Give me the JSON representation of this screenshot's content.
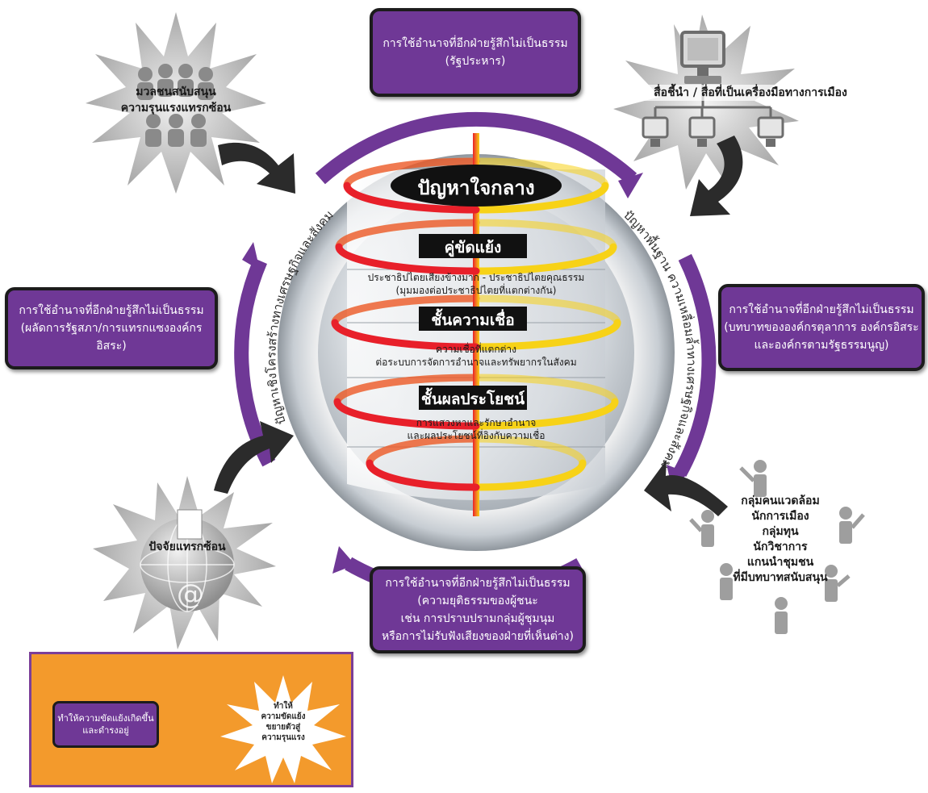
{
  "center": {
    "core_problem": "ปัญหาใจกลาง",
    "layers": [
      {
        "heading": "คู่ขัดแย้ง",
        "lines": [
          "ประชาธิปไตยเสียงข้างมาก - ประชาธิปไตยคุณธรรม",
          "(มุมมองต่อประชาธิปไตยที่แตกต่างกัน)"
        ]
      },
      {
        "heading": "ชั้นความเชื่อ",
        "lines": [
          "ความเชื่อที่แตกต่าง",
          "ต่อระบบการจัดการอำนาจและทรัพยากรในสังคม"
        ]
      },
      {
        "heading": "ชั้นผลประโยชน์",
        "lines": [
          "การแสวงหาและรักษาอำนาจ",
          "และผลประโยชน์ที่อิงกับความเชื่อ"
        ]
      }
    ],
    "ring_left_text": "ปัญหาเชิงโครงสร้างทางเศรษฐกิจและสังคม",
    "ring_right_text": "ปัญหาพื้นฐาน ความเหลื่อมล้ำทางเศรษฐกิจและสังคม"
  },
  "boxes": {
    "top": [
      "การใช้อำนาจที่อีกฝ่ายรู้สึกไม่เป็นธรรม",
      "(รัฐประหาร)"
    ],
    "left": [
      "การใช้อำนาจที่อีกฝ่ายรู้สึกไม่เป็นธรรม",
      "(ผลัดการรัฐสภา/การแทรกแซงองค์กรอิสระ)"
    ],
    "right": [
      "การใช้อำนาจที่อีกฝ่ายรู้สึกไม่เป็นธรรม",
      "(บทบาทขององค์กรตุลาการ องค์กรอิสระ",
      "และองค์กรตามรัฐธรรมนูญ)"
    ],
    "bottom": [
      "การใช้อำนาจที่อีกฝ่ายรู้สึกไม่เป็นธรรม",
      "(ความยุติธรรมของผู้ชนะ",
      "เช่น การปราบปรามกลุ่มผู้ชุมนุม",
      "หรือการไม่รับฟังเสียงของฝ่ายที่เห็นต่าง)"
    ]
  },
  "factors": {
    "mass": [
      "มวลชนสนับสนุน",
      "ความรุนแรงแทรกซ้อน"
    ],
    "media": [
      "สื่อชี้นำ / สื่อที่เป็นเครื่องมือทางการเมือง"
    ],
    "intervening": [
      "ปัจจัยแทรกซ้อน"
    ],
    "groups": [
      "กลุ่มคนแวดล้อม",
      "นักการเมือง",
      "กลุ่มทุน",
      "นักวิชาการ",
      "แกนนำชุมชน",
      "ที่มีบทบาทสนับสนุน"
    ]
  },
  "legend": {
    "box_text": [
      "ทำให้ความขัดแย้งเกิดขึ้น",
      "และดำรงอยู่"
    ],
    "burst_text": [
      "ทำให้",
      "ความขัดแย้ง",
      "ขยายตัวสู่",
      "ความรุนแรง"
    ]
  },
  "colors": {
    "purple": "#6f3896",
    "red_spiral": "#e8202a",
    "yellow_spiral": "#f7d217",
    "orange": "#f39a2c",
    "arrow_dark": "#2b2b2b",
    "burst_grey": "#b8b8b8"
  },
  "icons": {
    "mass": "crowd-icon",
    "media": "computer-network-icon",
    "intervening": "globe-document-icon",
    "groups": "people-icon"
  }
}
